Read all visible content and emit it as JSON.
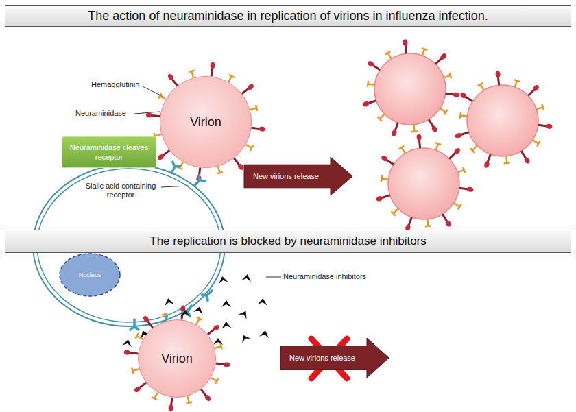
{
  "diagram": {
    "title": "The action of neuraminidase in replication of virions in influenza infection.",
    "nodes": [
      {
        "text": [
          "Virion"
        ]
      },
      {
        "text": [
          "Neuraminidase cleaves receptor"
        ]
      },
      {
        "text": [
          "New virions release"
        ]
      },
      {
        "text": [
          "The replication is blocked by neuraminidase inhibitors"
        ]
      },
      {
        "text": [
          "Nucleus"
        ]
      },
      {
        "text": [
          "Virion"
        ]
      },
      {
        "text": [
          "New virions release"
        ]
      }
    ],
    "labels": [
      "Hemagglutinin",
      "Neuraminidase",
      "Sialic acid containing receptor",
      "Neuraminidase inhibitors"
    ]
  }
}
